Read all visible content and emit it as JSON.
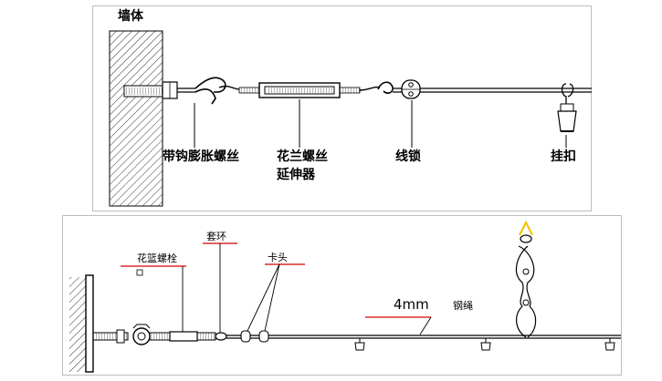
{
  "top_diagram": {
    "wall_label": "墙体",
    "labels": {
      "hook_expansion_screw": "带钩膨胀螺丝",
      "turnbuckle_line1": "花兰螺丝",
      "turnbuckle_line2": "延伸器",
      "wire_lock": "线锁",
      "hanger": "挂扣"
    }
  },
  "bottom_diagram": {
    "labels": {
      "eye_bolt": "花篮螺栓",
      "thimble": "套环",
      "clip": "卡头",
      "cable_size": "4mm",
      "cable": "钢绳"
    },
    "accent_color": "#d40000",
    "highlight_color": "#f2c200"
  }
}
